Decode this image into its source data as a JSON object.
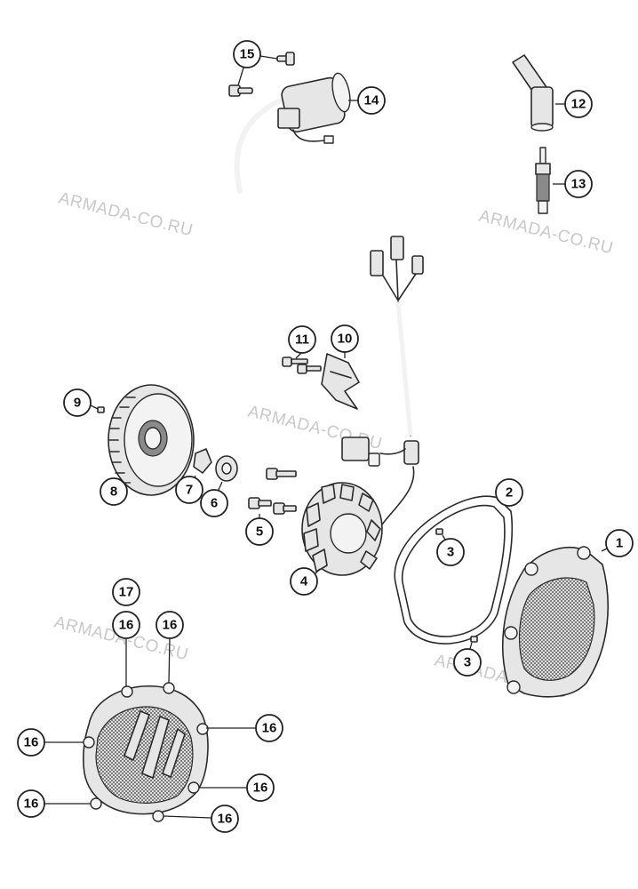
{
  "watermark": "ARMADA-CO.RU",
  "callouts": {
    "c1": "1",
    "c2": "2",
    "c3a": "3",
    "c3b": "3",
    "c4": "4",
    "c5": "5",
    "c6": "6",
    "c7": "7",
    "c8": "8",
    "c9": "9",
    "c10": "10",
    "c11": "11",
    "c12": "12",
    "c13": "13",
    "c14": "14",
    "c15": "15",
    "c16a": "16",
    "c16b": "16",
    "c16c": "16",
    "c16d": "16",
    "c16e": "16",
    "c16f": "16",
    "c16g": "16",
    "c17": "17"
  },
  "colors": {
    "line": "#2a2a2a",
    "part_fill": "#e6e6e6",
    "watermark": "#c9c9c9"
  }
}
